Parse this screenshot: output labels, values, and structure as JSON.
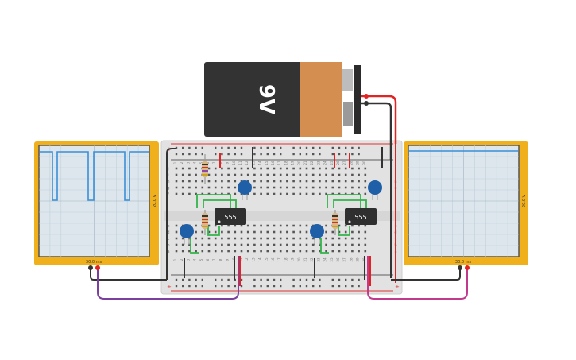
{
  "battery": {
    "label": "9V",
    "body_color": "#333333",
    "cap_color": "#d48e4f"
  },
  "oscilloscope_left": {
    "time_label": "30.0 ms",
    "volt_label": "20.0 V",
    "frame_color": "#f0b01b",
    "trace_color": "#3a8fd8"
  },
  "oscilloscope_right": {
    "time_label": "30.0 ms",
    "volt_label": "20.0 V",
    "frame_color": "#f0b01b",
    "trace_color": "#3a8fd8"
  },
  "chip_left": {
    "label": "555"
  },
  "chip_right": {
    "label": "555"
  },
  "breadboard": {
    "row_letters_top": [
      "j",
      "i",
      "h",
      "g",
      "f"
    ],
    "row_letters_bottom": [
      "e",
      "d",
      "c",
      "b",
      "a"
    ],
    "column_numbers": [
      "1",
      "2",
      "3",
      "4",
      "5",
      "6",
      "7",
      "8",
      "9",
      "10",
      "11",
      "12",
      "13",
      "14",
      "15",
      "16",
      "17",
      "18",
      "19",
      "20",
      "21",
      "22",
      "23",
      "24",
      "25",
      "26",
      "27",
      "28",
      "29",
      "30"
    ],
    "rail_plus": "+",
    "rail_minus": "-"
  },
  "colors": {
    "wire_red": "#e02424",
    "wire_black": "#333333",
    "wire_green": "#34b34a",
    "wire_purple": "#7b3f9e",
    "wire_pink": "#c23a8c",
    "capacitor": "#1f5fa8"
  }
}
